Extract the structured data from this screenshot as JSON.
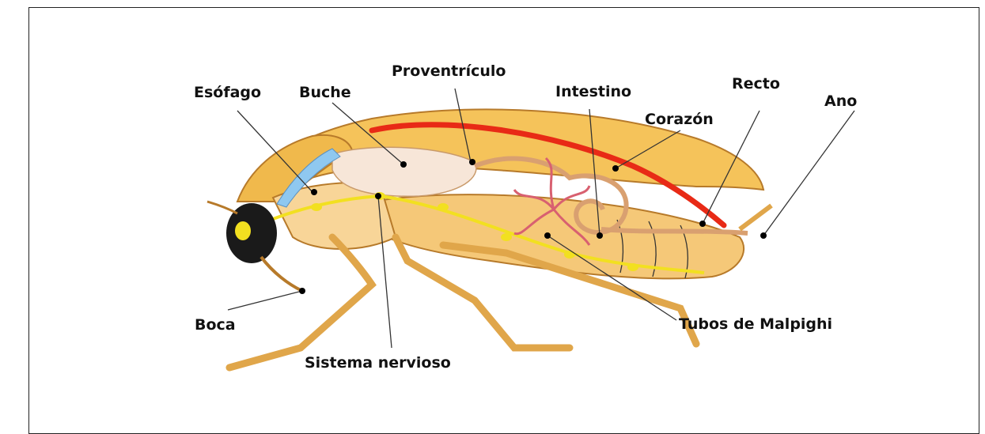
{
  "diagram": {
    "labels": {
      "esofago": "Esófago",
      "buche": "Buche",
      "proventriculo": "Proventrículo",
      "intestino": "Intestino",
      "recto": "Recto",
      "ano": "Ano",
      "corazon": "Corazón",
      "boca": "Boca",
      "sistema_nervioso": "Sistema nervioso",
      "tubos_malpighi": "Tubos de Malpighi"
    },
    "colors": {
      "body_fill": "#f5c878",
      "body_dark": "#e0a64a",
      "outline": "#b77a2a",
      "heart": "#e82a16",
      "nerve": "#f2e020",
      "crop": "#f7e6d8",
      "esophagus_blue": "#8fc8f0",
      "head_black": "#1a1a1a",
      "malpighi": "#d86070"
    }
  }
}
